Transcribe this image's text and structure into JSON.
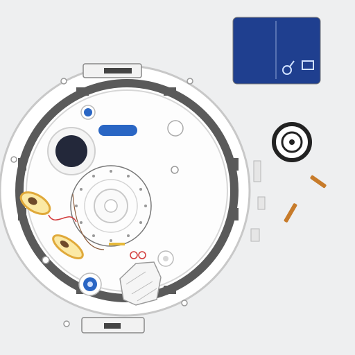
{
  "header_text": "",
  "info_panel": {
    "row1_left": "",
    "row1_right": "",
    "row2_left": "",
    "row2_right": "",
    "row3_left": ""
  },
  "device": {
    "blue_badge_text": "",
    "red_label_left": "",
    "red_label_right": "",
    "dark_label_small": "",
    "dark_label_mid": ""
  },
  "colors": {
    "background": "#eeeff0",
    "panel_blue": "#1f3f8f",
    "accent_red": "#d23b3b",
    "accent_orange": "#c77b2a",
    "ring_grey": "#5a5a5a",
    "yellow_part": "#e6b93a",
    "badge_blue": "#2a66c4"
  },
  "icons": {
    "gasket": "dark-ring-gasket",
    "knob": "round-knob-dial",
    "circle_hole": "dark-circular-port",
    "orange_pins": "copper-pin"
  }
}
